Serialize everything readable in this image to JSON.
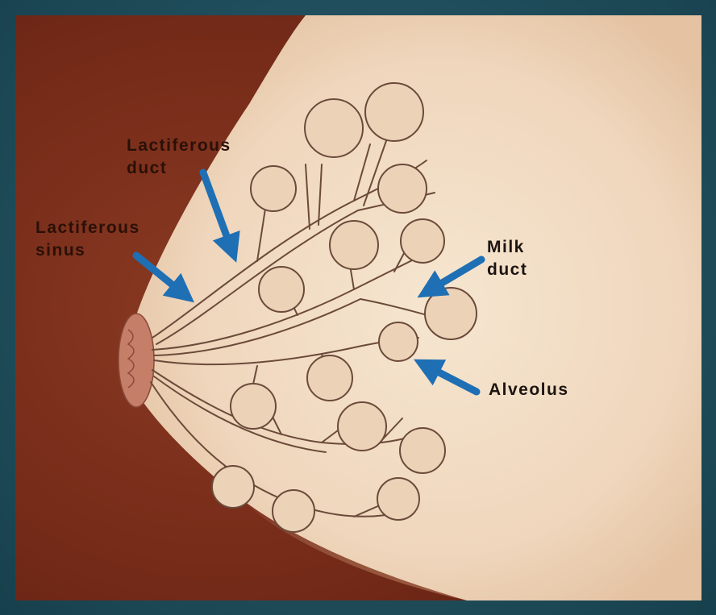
{
  "labels": {
    "lactiferous_duct": [
      "Lactiferous",
      "duct"
    ],
    "lactiferous_sinus": [
      "Lactiferous",
      "sinus"
    ],
    "milk_duct": [
      "Milk",
      "duct"
    ],
    "alveolus": "Alveolus"
  },
  "colors": {
    "background": "#214f5d",
    "skin_backdrop": "#7a2d1a",
    "breast": "#f1dcc3",
    "arrow": "#1f6fb4",
    "drawing_line": "#6b4a3a"
  },
  "icons": {
    "arrow": "arrow-icon"
  }
}
